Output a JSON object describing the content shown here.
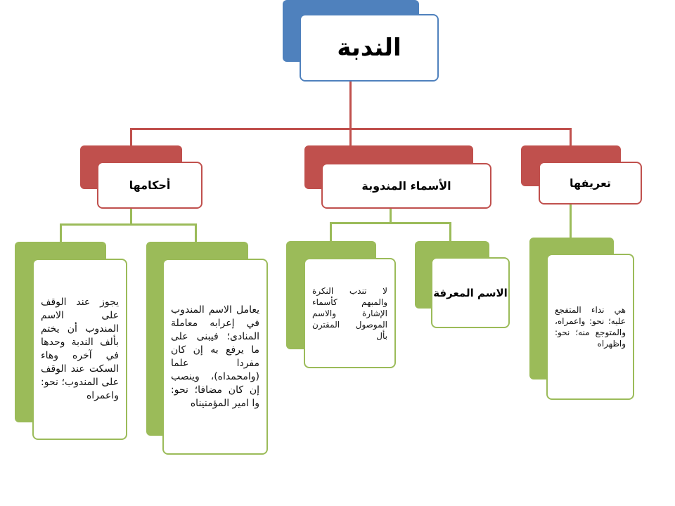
{
  "title": "الندبة",
  "categories": {
    "ahkamuha": "أحكامها",
    "asma": "الأسماء المندوبة",
    "tarifuha": "تعريفها"
  },
  "leaves": {
    "waqf": "يجوز عند الوقف على الاسم المندوب أن يختم بألف الندبة وحدها في آخره وهاء السكت عند الوقف على المندوب؛ نحو: واعمراه",
    "muamala": "يعامل الاسم المندوب في إعرابه معاملة المنادى؛ فيبنى على ما يرفع به إن كان مفردا علما (وامحمداه)، وينصب إن كان مضافا؛ نحو: وا امير المؤمنيناه",
    "nakira": "لا تندب النكرة والمبهم كأسماء الإشارة والاسم الموصول المقترن بأل",
    "marifa": "الاسم المعرفة",
    "nida": "هي نداء المتفجع عليه؛ نحو: واعمراه، والمتوجع منه؛ نحو: واظهراه"
  },
  "colors": {
    "root": "#4f81bd",
    "category": "#c0504d",
    "leaf": "#9bbb59"
  }
}
